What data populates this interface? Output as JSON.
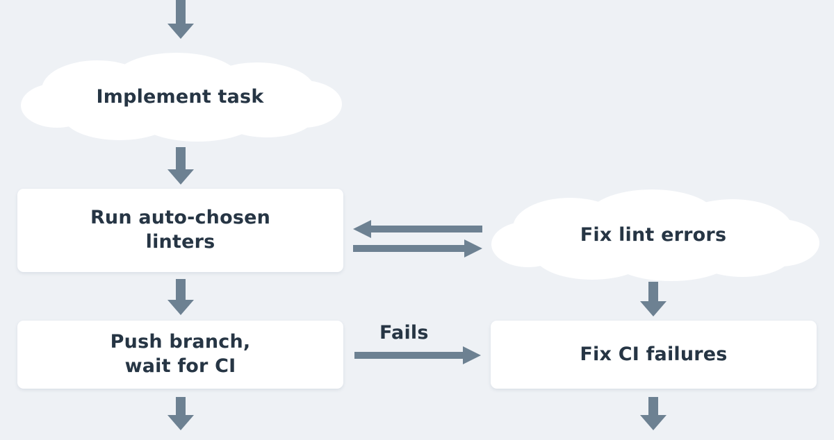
{
  "diagram": {
    "title": "Development workflow flowchart",
    "background_color": "#eef1f5",
    "node_fill": "#ffffff",
    "text_color": "#263544",
    "arrow_color": "#6d8192",
    "nodes": [
      {
        "id": "implement-task",
        "label": "Implement task",
        "shape": "cloud"
      },
      {
        "id": "run-linters",
        "label": "Run auto-chosen linters",
        "shape": "box"
      },
      {
        "id": "fix-lint-errors",
        "label": "Fix lint errors",
        "shape": "cloud"
      },
      {
        "id": "push-branch",
        "label": "Push branch, wait for CI",
        "shape": "box"
      },
      {
        "id": "fix-ci-failures",
        "label": "Fix CI failures",
        "shape": "box"
      }
    ],
    "node_labels": {
      "implement_task": "Implement task",
      "run_linters_line1": "Run auto-chosen",
      "run_linters_line2": "linters",
      "fix_lint_errors": "Fix lint errors",
      "push_branch_line1": "Push branch,",
      "push_branch_line2": "wait for CI",
      "fix_ci_failures": "Fix CI failures"
    },
    "edges": [
      {
        "id": "edge-top-in",
        "from": "",
        "to": "implement-task",
        "label": "",
        "direction": "down"
      },
      {
        "id": "edge-implement-lint",
        "from": "implement-task",
        "to": "run-linters",
        "label": "",
        "direction": "down"
      },
      {
        "id": "edge-lint-back",
        "from": "fix-lint-errors",
        "to": "run-linters",
        "label": "",
        "direction": "left"
      },
      {
        "id": "edge-lint-out",
        "from": "run-linters",
        "to": "fix-lint-errors",
        "label": "",
        "direction": "right"
      },
      {
        "id": "edge-lint-push",
        "from": "run-linters",
        "to": "push-branch",
        "label": "",
        "direction": "down"
      },
      {
        "id": "edge-lintfix-ci",
        "from": "fix-lint-errors",
        "to": "fix-ci-failures",
        "label": "",
        "direction": "down"
      },
      {
        "id": "edge-push-ci",
        "from": "push-branch",
        "to": "fix-ci-failures",
        "label": "Fails",
        "direction": "right"
      },
      {
        "id": "edge-push-out",
        "from": "push-branch",
        "to": "",
        "label": "",
        "direction": "down"
      },
      {
        "id": "edge-ci-out",
        "from": "fix-ci-failures",
        "to": "",
        "label": "",
        "direction": "down"
      }
    ],
    "edge_labels": {
      "fails": "Fails"
    }
  }
}
